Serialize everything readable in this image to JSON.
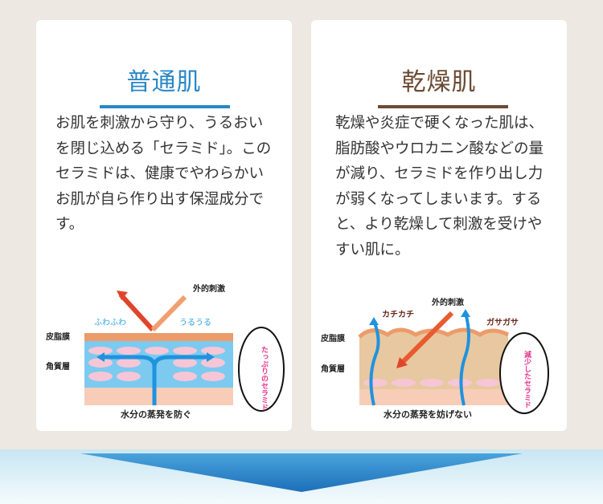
{
  "normal": {
    "title": "普通肌",
    "description": "お肌を刺激から守り、うるおいを閉じ込める「セラミド」。このセラミドは、健康でやわらかいお肌が自ら作り出す保湿成分です。",
    "diagram": {
      "external": "外的刺激",
      "left_word": "ふわふわ",
      "right_word": "うるうる",
      "layer1": "皮脂膜",
      "layer2": "角質層",
      "caption": "水分の蒸発を防ぐ",
      "bubble": "たっぷりのセラミド"
    }
  },
  "dry": {
    "title": "乾燥肌",
    "description": "乾燥や炎症で硬くなった肌は、脂肪酸やウロカニン酸などの量が減り、セラミドを作り出し力が弱くなってしまいます。すると、より乾燥して刺激を受けやすい肌に。",
    "diagram": {
      "external": "外的刺激",
      "left_word": "カチカチ",
      "right_word": "ガサガサ",
      "layer1": "皮脂膜",
      "layer2": "角質層",
      "caption": "水分の蒸発を妨げない",
      "bubble": "減少したセラミド"
    }
  },
  "colors": {
    "normal": "#2a87c8",
    "dry": "#6b4a33",
    "arrow": "#2a7fc4"
  }
}
